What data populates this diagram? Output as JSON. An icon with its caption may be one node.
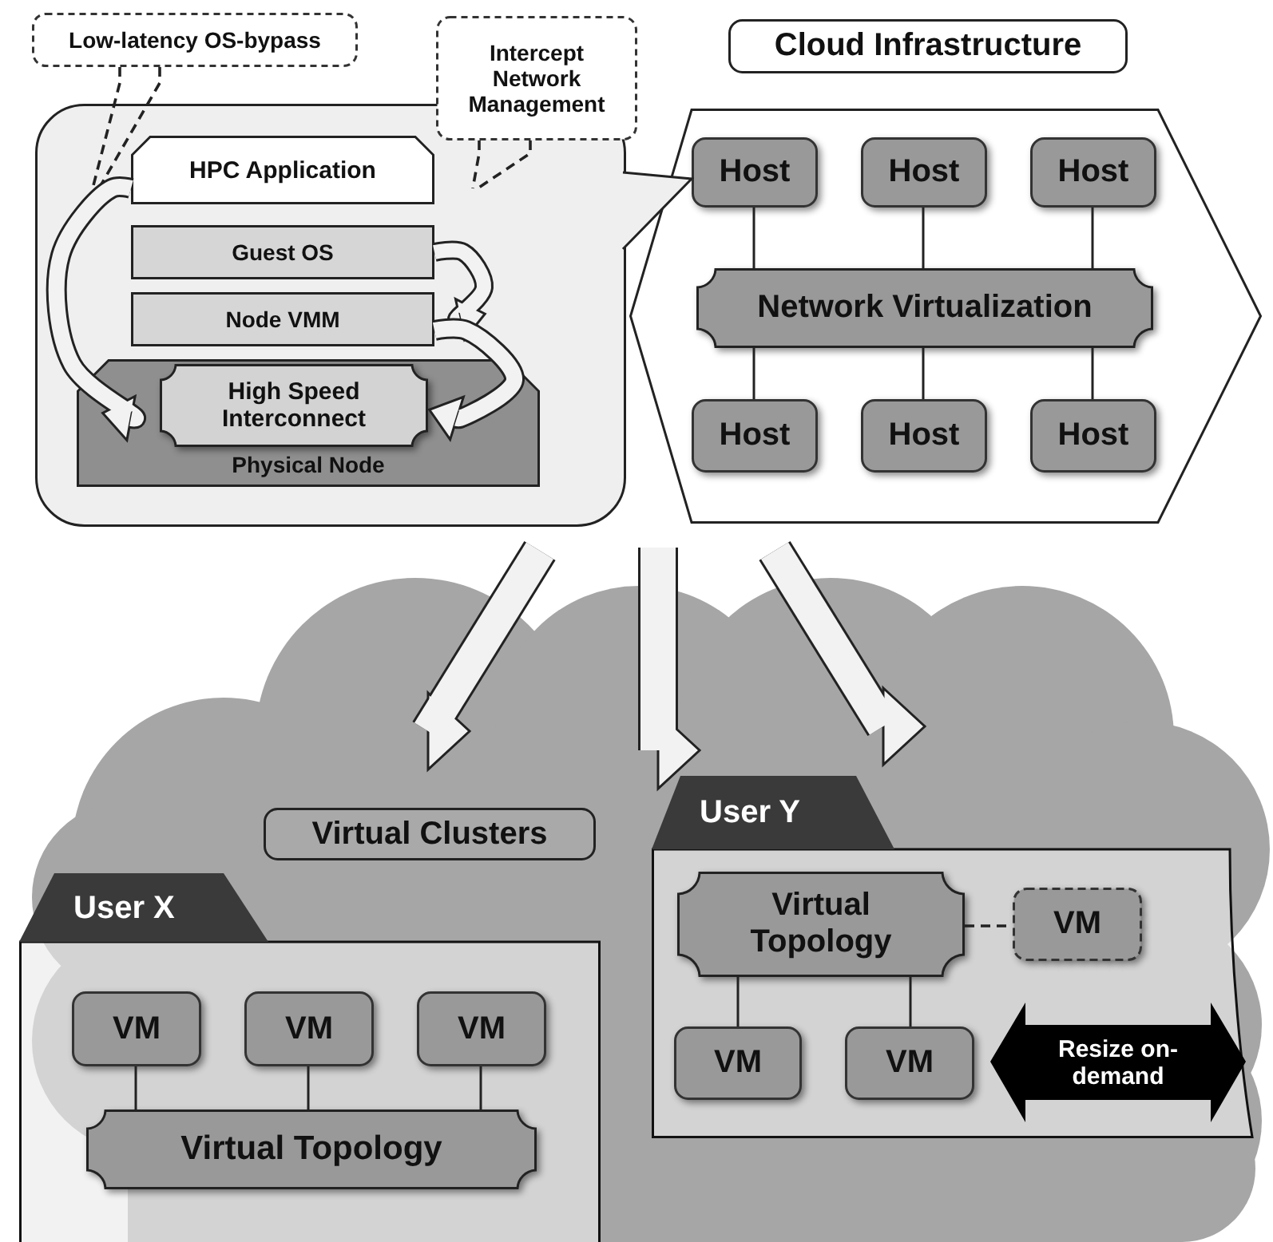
{
  "diagram": {
    "nodes": [
      {
        "text": [
          "Low-latency OS-bypass"
        ]
      },
      {
        "text": [
          "Intercept Network Management"
        ]
      },
      {
        "text": [
          "Cloud Infrastructure"
        ]
      },
      {
        "text": [],
        "shape": "box"
      },
      {
        "text": [
          "HPC Application"
        ],
        "in": 3
      },
      {
        "text": [
          "Guest OS"
        ],
        "in": 3
      },
      {
        "text": [
          "Node VMM"
        ],
        "in": 3
      },
      {
        "text": [
          "Physical Node"
        ],
        "in": 3
      },
      {
        "text": [
          "High Speed Interconnect"
        ],
        "in": 7
      },
      {
        "text": [],
        "shape": "hexagon"
      },
      {
        "text": [
          "Host"
        ],
        "in": 9
      },
      {
        "text": [
          "Host"
        ],
        "in": 9
      },
      {
        "text": [
          "Host"
        ],
        "in": 9
      },
      {
        "text": [
          "Network Virtualization"
        ],
        "in": 9
      },
      {
        "text": [
          "Host"
        ],
        "in": 9
      },
      {
        "text": [
          "Host"
        ],
        "in": 9
      },
      {
        "text": [
          "Host"
        ],
        "in": 9
      },
      {
        "text": [],
        "shape": "cloud"
      },
      {
        "text": [
          "Virtual Clusters"
        ],
        "in": 17
      },
      {
        "text": [
          "User X"
        ]
      },
      {
        "text": [
          "VM"
        ],
        "in": 19
      },
      {
        "text": [
          "VM"
        ]
      },
      {
        "text": [
          "VM"
        ]
      },
      {
        "text": [
          "Virtual Topology"
        ],
        "in": 19
      },
      {
        "text": [
          "User Y"
        ],
        "in": 17
      },
      {
        "text": [
          "Virtual Topology"
        ],
        "in": 24
      },
      {
        "text": [
          "VM"
        ],
        "in": 24
      },
      {
        "text": [
          "VM"
        ],
        "in": 24
      },
      {
        "text": [
          "VM"
        ],
        "in": 24
      },
      {
        "text": [
          "Resize on-demand"
        ],
        "in": 24
      }
    ],
    "edges": [
      {
        "from": 0,
        "to": null,
        "arrow": "none",
        "style": "dashed"
      },
      {
        "from": 0,
        "to": null,
        "arrow": "none",
        "style": "dashed"
      },
      {
        "from": 1,
        "to": null,
        "arrow": "none",
        "style": "dashed"
      },
      {
        "from": 1,
        "to": null,
        "arrow": "none",
        "style": "dashed"
      },
      {
        "from": 4,
        "to": 8,
        "arrow": "to",
        "style": "thick"
      },
      {
        "from": 5,
        "to": 6,
        "arrow": "to",
        "style": "thick"
      },
      {
        "from": 6,
        "to": 8,
        "arrow": "to",
        "style": "thick"
      },
      {
        "from": 3,
        "to": 10,
        "arrow": "to"
      },
      {
        "from": 10,
        "to": 13,
        "arrow": "none"
      },
      {
        "from": 11,
        "to": 13,
        "arrow": "none"
      },
      {
        "from": 12,
        "to": 13,
        "arrow": "none"
      },
      {
        "from": 13,
        "to": 14,
        "arrow": "none"
      },
      {
        "from": 13,
        "to": 15,
        "arrow": "none"
      },
      {
        "from": 13,
        "to": 16,
        "arrow": "none"
      },
      {
        "from": null,
        "to": 17,
        "arrow": "to",
        "style": "thick"
      },
      {
        "from": null,
        "to": 17,
        "arrow": "to",
        "style": "thick"
      },
      {
        "from": null,
        "to": 17,
        "arrow": "to",
        "style": "thick"
      },
      {
        "from": 25,
        "to": 26,
        "arrow": "none",
        "style": "dashed"
      },
      {
        "from": 25,
        "to": 27,
        "arrow": "none"
      },
      {
        "from": 25,
        "to": 28,
        "arrow": "none"
      },
      {
        "from": 20,
        "to": 23,
        "arrow": "none"
      },
      {
        "from": 21,
        "to": 23,
        "arrow": "none"
      },
      {
        "from": 22,
        "to": 23,
        "arrow": "none"
      }
    ]
  }
}
